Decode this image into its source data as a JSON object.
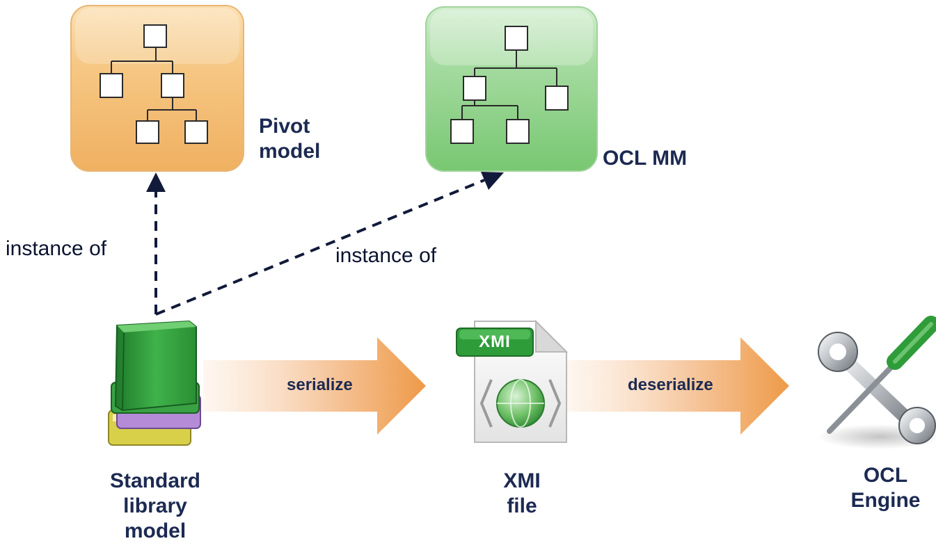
{
  "nodes": {
    "pivot_model": {
      "label_line1": "Pivot",
      "label_line2": "model",
      "color": "#f2b86a"
    },
    "ocl_mm": {
      "label": "OCL MM",
      "color": "#7ecb7a"
    },
    "standard_library": {
      "line1": "Standard",
      "line2": "library",
      "line3": "model"
    },
    "xmi_file": {
      "badge": "XMI",
      "line1": "XMI",
      "line2": "file"
    },
    "ocl_engine": {
      "line1": "OCL",
      "line2": "Engine"
    }
  },
  "edges": {
    "instance_of_pivot": "instance of",
    "instance_of_oclmm": "instance of",
    "serialize": "serialize",
    "deserialize": "deserialize"
  },
  "colors": {
    "text": "#1c2a52",
    "dashed_arrow": "#111a3a",
    "flow_arrow": "#ee9a48"
  }
}
